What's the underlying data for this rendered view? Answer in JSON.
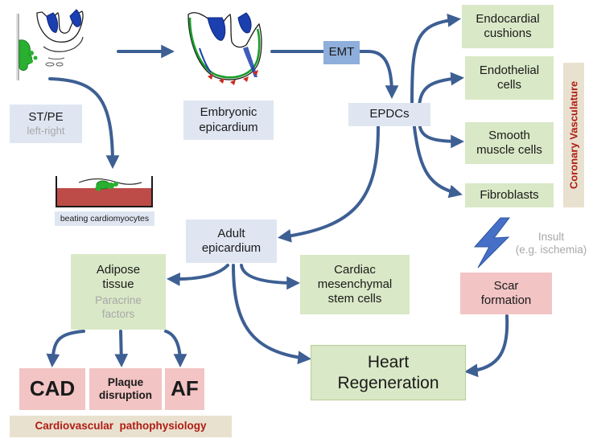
{
  "colors": {
    "arrow": "#3d5f93",
    "blue_box": "#dfe6f2",
    "green_box": "#d9e8c6",
    "pink_box": "#f2c4c4",
    "tan_box": "#e9e1cf",
    "emt_box": "#8eaedb",
    "accent_red": "#b01c14"
  },
  "nodes": {
    "st_pe": {
      "line1": "ST/PE",
      "line2": "left-right"
    },
    "beating": {
      "label": "beating cardiomyocytes"
    },
    "embryonic": {
      "line1": "Embryonic",
      "line2": "epicardium"
    },
    "emt": {
      "label": "EMT"
    },
    "epdcs": {
      "label": "EPDCs"
    },
    "endocardial": {
      "line1": "Endocardial",
      "line2": "cushions"
    },
    "endothelial": {
      "line1": "Endothelial",
      "line2": "cells"
    },
    "smooth": {
      "line1": "Smooth",
      "line2": "muscle cells"
    },
    "fibroblasts": {
      "label": "Fibroblasts"
    },
    "coronary": {
      "label": "Coronary Vasculature"
    },
    "insult": {
      "line1": "Insult",
      "line2": "(e.g. ischemia)"
    },
    "adult": {
      "line1": "Adult",
      "line2": "epicardium"
    },
    "adipose": {
      "line1": "Adipose",
      "line2": "tissue",
      "line3": "Paracrine",
      "line4": "factors"
    },
    "cardiac": {
      "line1": "Cardiac",
      "line2": "mesenchymal",
      "line3": "stem cells"
    },
    "scar": {
      "line1": "Scar",
      "line2": "formation"
    },
    "heart": {
      "line1": "Heart",
      "line2": "Regeneration"
    },
    "cad": {
      "label": "CAD"
    },
    "plaque": {
      "line1": "Plaque",
      "line2": "disruption"
    },
    "af": {
      "label": "AF"
    },
    "cardio": {
      "label": "Cardiovascular  pathophysiology"
    }
  },
  "icons": [
    "embryo-sketch-icon",
    "embryonic-heart-sketch-icon",
    "culture-dish-icon",
    "lightning-bolt-icon"
  ]
}
